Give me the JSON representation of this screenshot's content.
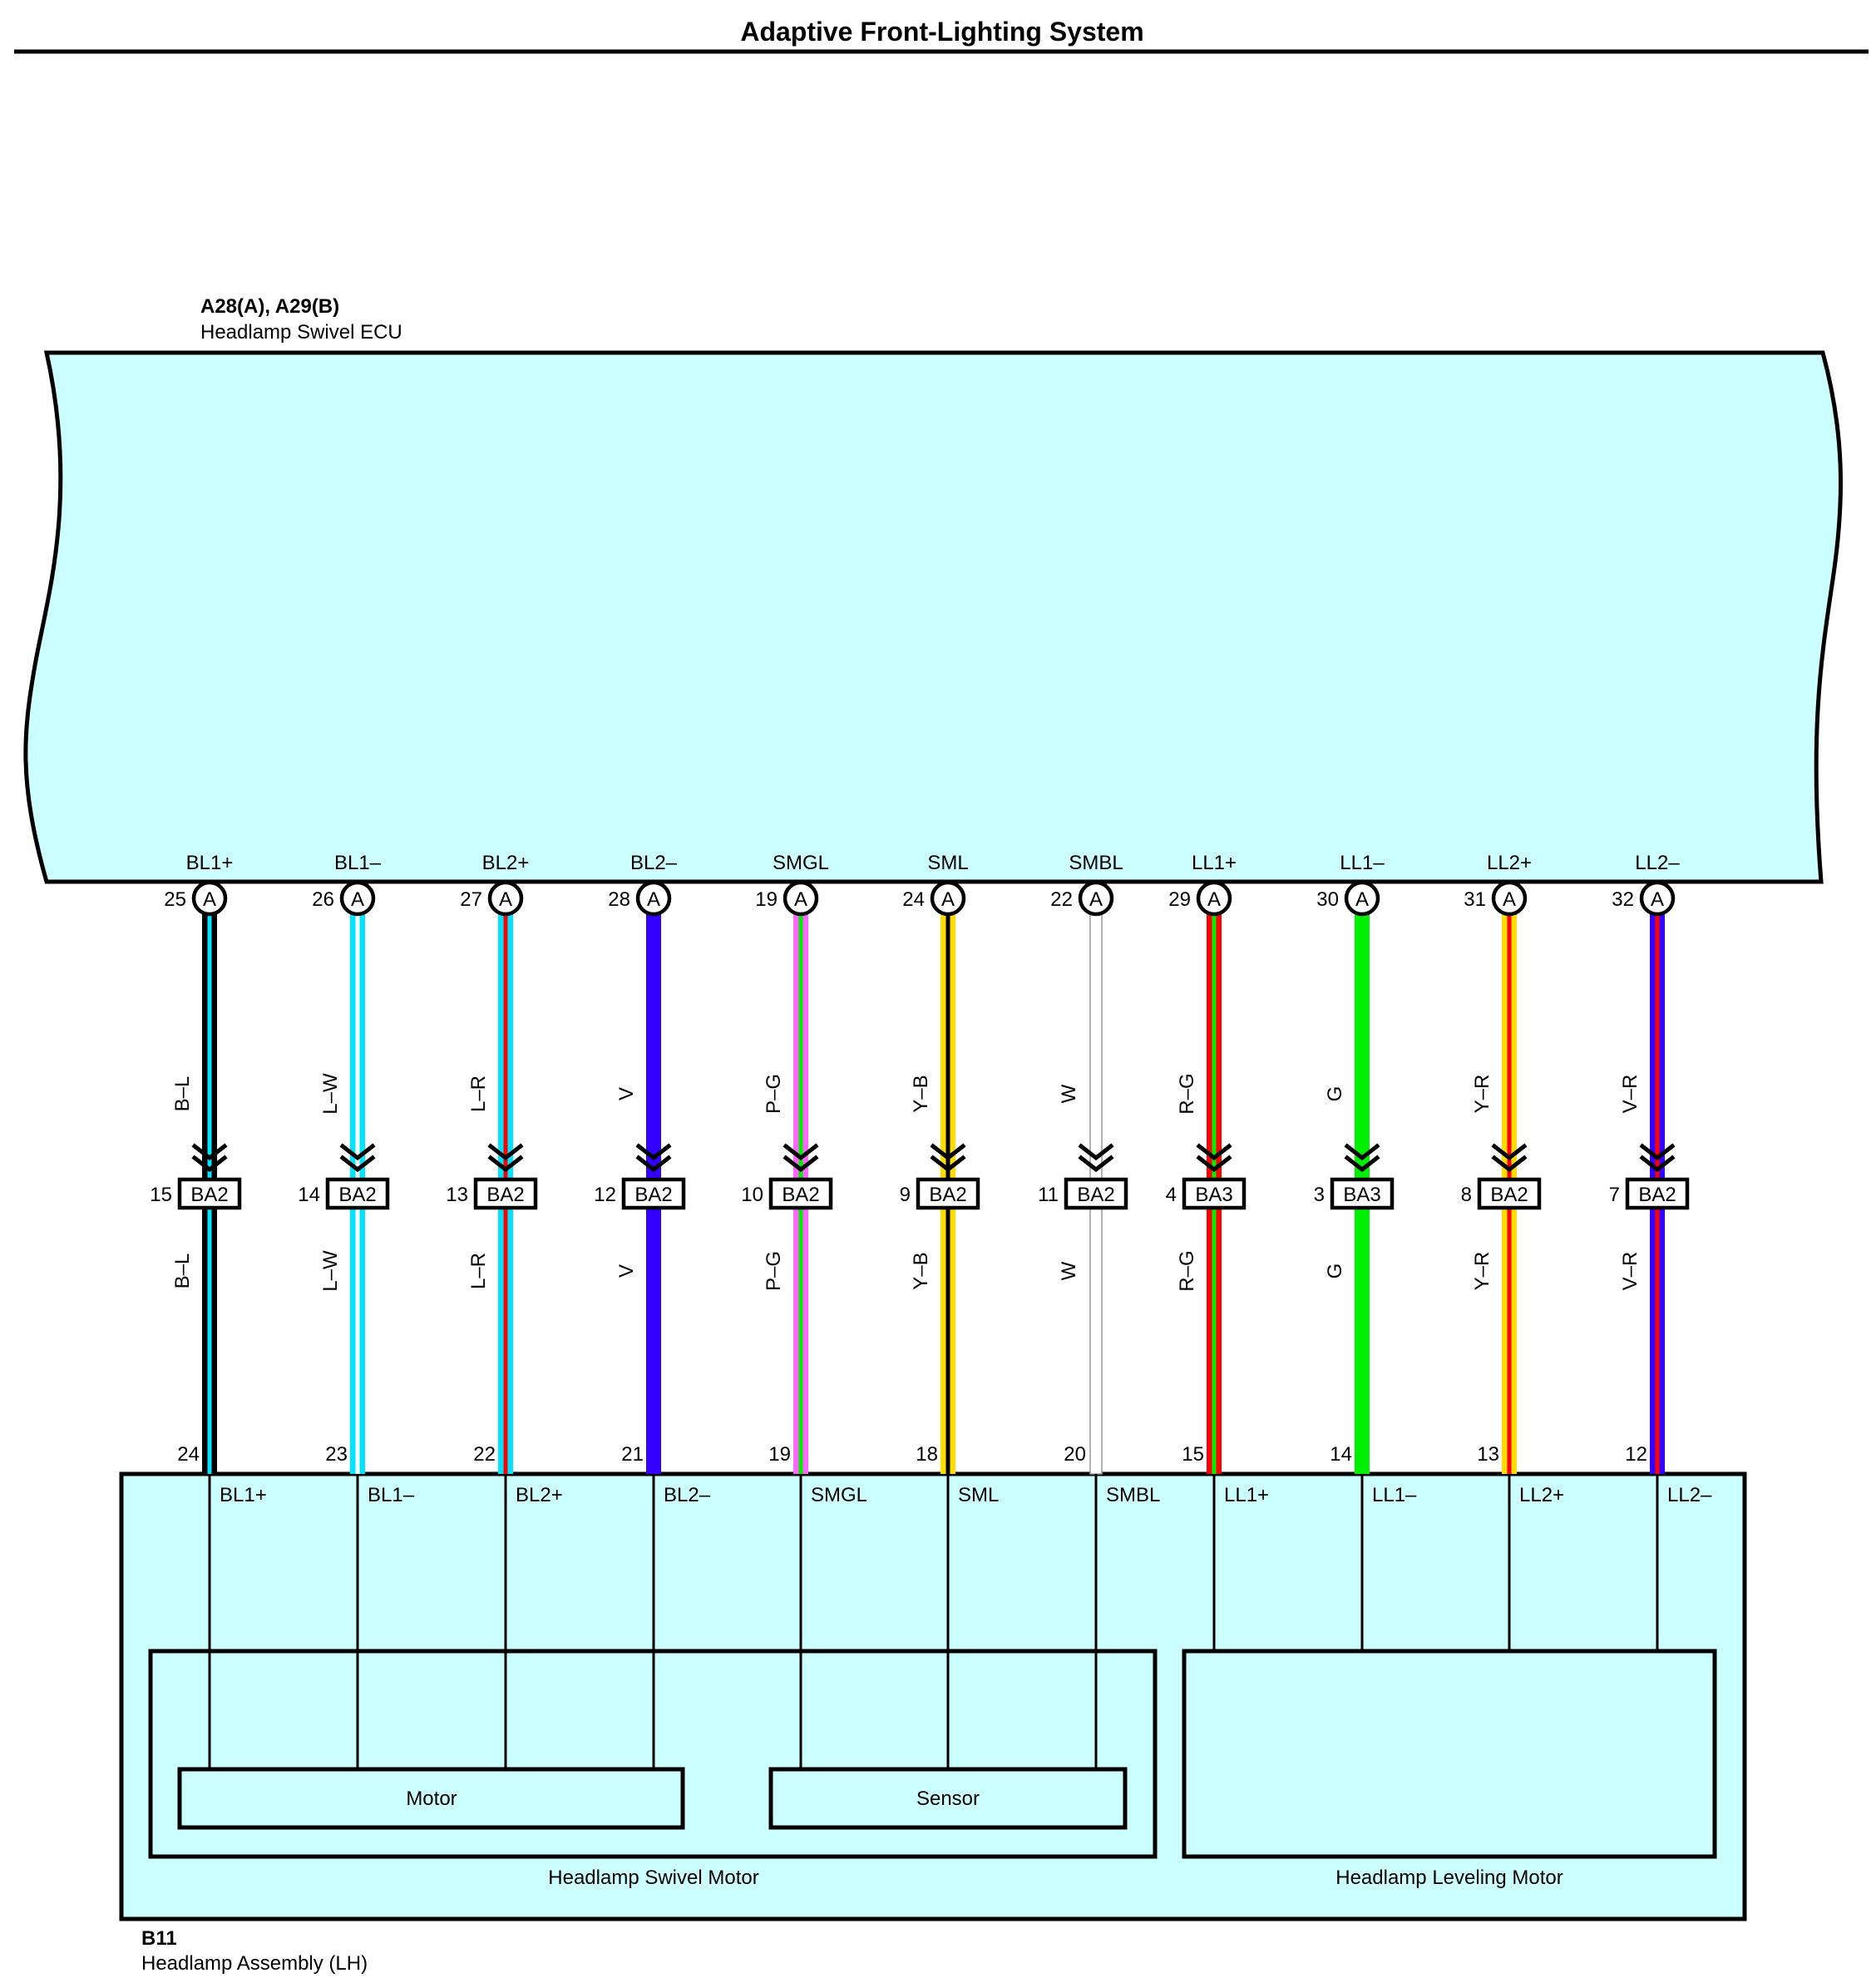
{
  "title": "Adaptive Front-Lighting System",
  "ecu": {
    "code": "A28(A), A29(B)",
    "name": "Headlamp Swivel ECU",
    "connector_letter": "A"
  },
  "assembly": {
    "code": "B11",
    "name": "Headlamp Assembly (LH)",
    "swivel_motor_label": "Headlamp Swivel Motor",
    "leveling_motor_label": "Headlamp Leveling Motor",
    "motor_label": "Motor",
    "sensor_label": "Sensor"
  },
  "colors": {
    "ecu_fill": "#ccffff",
    "assembly_fill": "#ccffff",
    "B": "#000000",
    "L": "#00e5ff",
    "W": "#ffffff",
    "R": "#ff0000",
    "V": "#3300ff",
    "P": "#ff66ff",
    "G": "#00ee00",
    "Y": "#ffdd00"
  },
  "circuits": [
    {
      "signal": "BL1+",
      "ecu_pin": "25",
      "wire": "B–L",
      "base": "B",
      "stripe": "L",
      "conn": "BA2",
      "conn_pin": "15",
      "asm_pin": "24"
    },
    {
      "signal": "BL1–",
      "ecu_pin": "26",
      "wire": "L–W",
      "base": "L",
      "stripe": "W",
      "conn": "BA2",
      "conn_pin": "14",
      "asm_pin": "23"
    },
    {
      "signal": "BL2+",
      "ecu_pin": "27",
      "wire": "L–R",
      "base": "L",
      "stripe": "R",
      "conn": "BA2",
      "conn_pin": "13",
      "asm_pin": "22"
    },
    {
      "signal": "BL2–",
      "ecu_pin": "28",
      "wire": "V",
      "base": "V",
      "stripe": "",
      "conn": "BA2",
      "conn_pin": "12",
      "asm_pin": "21"
    },
    {
      "signal": "SMGL",
      "ecu_pin": "19",
      "wire": "P–G",
      "base": "P",
      "stripe": "G",
      "conn": "BA2",
      "conn_pin": "10",
      "asm_pin": "19"
    },
    {
      "signal": "SML",
      "ecu_pin": "24",
      "wire": "Y–B",
      "base": "Y",
      "stripe": "B",
      "conn": "BA2",
      "conn_pin": "9",
      "asm_pin": "18"
    },
    {
      "signal": "SMBL",
      "ecu_pin": "22",
      "wire": "W",
      "base": "W",
      "stripe": "",
      "conn": "BA2",
      "conn_pin": "11",
      "asm_pin": "20"
    },
    {
      "signal": "LL1+",
      "ecu_pin": "29",
      "wire": "R–G",
      "base": "R",
      "stripe": "G",
      "conn": "BA3",
      "conn_pin": "4",
      "asm_pin": "15"
    },
    {
      "signal": "LL1–",
      "ecu_pin": "30",
      "wire": "G",
      "base": "G",
      "stripe": "",
      "conn": "BA3",
      "conn_pin": "3",
      "asm_pin": "14"
    },
    {
      "signal": "LL2+",
      "ecu_pin": "31",
      "wire": "Y–R",
      "base": "Y",
      "stripe": "R",
      "conn": "BA2",
      "conn_pin": "8",
      "asm_pin": "13"
    },
    {
      "signal": "LL2–",
      "ecu_pin": "32",
      "wire": "V–R",
      "base": "V",
      "stripe": "R",
      "conn": "BA2",
      "conn_pin": "7",
      "asm_pin": "12"
    }
  ]
}
